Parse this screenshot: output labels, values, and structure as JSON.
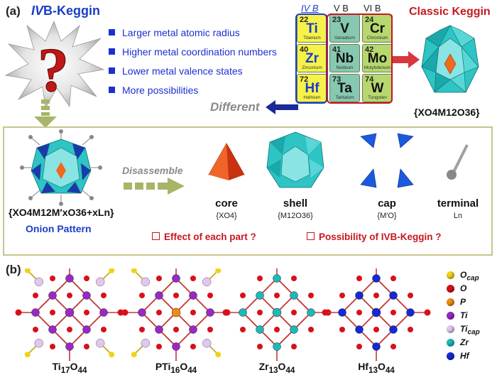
{
  "panel_a": {
    "label": "(a)",
    "title_prefix": "IV",
    "title_suffix": "B-Keggin",
    "bullets": [
      "Larger metal atomic radius",
      "Higher metal coordination numbers",
      "Lower metal valence states",
      "More possibilities"
    ],
    "table": {
      "group_headers": [
        "IV B",
        "V B",
        "VI B"
      ],
      "cells": [
        {
          "num": "22",
          "sym": "Ti",
          "name": "Titanium",
          "col": 0,
          "row": 0
        },
        {
          "num": "23",
          "sym": "V",
          "name": "Vanadium",
          "col": 1,
          "row": 0
        },
        {
          "num": "24",
          "sym": "Cr",
          "name": "Chromium",
          "col": 2,
          "row": 0
        },
        {
          "num": "40",
          "sym": "Zr",
          "name": "Zirconium",
          "col": 0,
          "row": 1
        },
        {
          "num": "41",
          "sym": "Nb",
          "name": "Niobium",
          "col": 1,
          "row": 1
        },
        {
          "num": "42",
          "sym": "Mo",
          "name": "Molybdenum",
          "col": 2,
          "row": 1
        },
        {
          "num": "72",
          "sym": "Hf",
          "name": "Hafnium",
          "col": 0,
          "row": 2
        },
        {
          "num": "73",
          "sym": "Ta",
          "name": "Tantalum",
          "col": 1,
          "row": 2
        },
        {
          "num": "74",
          "sym": "W",
          "name": "Tungsten",
          "col": 2,
          "row": 2
        }
      ]
    },
    "classic_title": "Classic Keggin",
    "classic_formula": "{XO4M12O36}",
    "different_label": "Different",
    "onion_formula": "{XO4M12M′xO36+xLn}",
    "onion_label": "Onion Pattern",
    "disassemble_label": "Disassemble",
    "parts": [
      {
        "name": "core",
        "formula": "{XO4}"
      },
      {
        "name": "shell",
        "formula": "{M12O36}"
      },
      {
        "name": "cap",
        "formula": "{M′O}"
      },
      {
        "name": "terminal",
        "formula": "Ln"
      }
    ],
    "questions": [
      "Effect of each part ?",
      "Possibility of IVB-Keggin ?"
    ],
    "question_mark": "?"
  },
  "panel_b": {
    "label": "(b)",
    "clusters": [
      "Ti17O44",
      "PTi16O44",
      "Zr13O44",
      "Hf13O44"
    ],
    "legend": [
      {
        "label": "Ocap",
        "color": "#f2d21a"
      },
      {
        "label": "O",
        "color": "#d8101a"
      },
      {
        "label": "P",
        "color": "#f08c12"
      },
      {
        "label": "Ti",
        "color": "#9a28c8"
      },
      {
        "label": "Ticap",
        "color": "#e2c6ee"
      },
      {
        "label": "Zr",
        "color": "#1fb8b8"
      },
      {
        "label": "Hf",
        "color": "#1428d8"
      }
    ]
  },
  "colors": {
    "iv_yellow": "#f6f24a",
    "v_teal": "#86c8b0",
    "vi_green": "#b6d86e",
    "blue_border": "#1a3ec8",
    "red_border": "#c8171e",
    "olive_frame": "#c9c48c",
    "cyan_poly": "#2ec4c4",
    "dark_blue_poly": "#1a3aa8"
  }
}
